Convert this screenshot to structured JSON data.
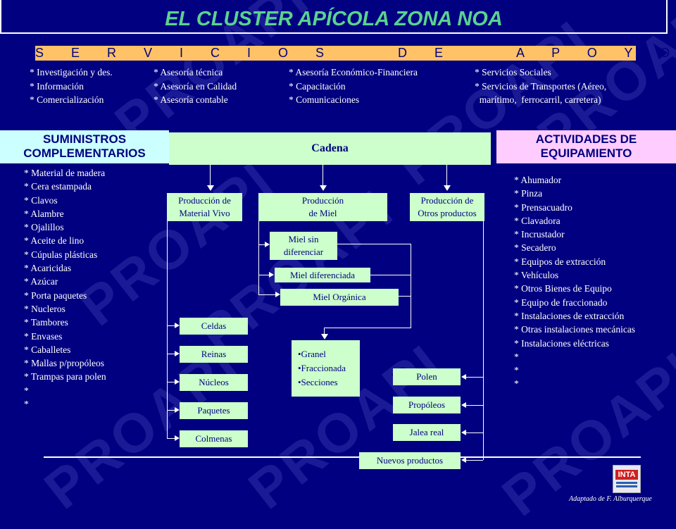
{
  "title": "EL CLUSTER APÍCOLA ZONA NOA",
  "servicios_header": "S E R V I C I O S    D E    A P O Y O",
  "servicios": [
    "* Investigación y des.\n* Información\n* Comercialización",
    "* Asesoría técnica\n* Asesoría en Calidad\n* Asesoría contable",
    "* Asesoría Económico-Financiera\n* Capacitación\n* Comunicaciones",
    "* Servicios Sociales\n* Servicios de Transportes (Aéreo,\n  marítimo,  ferrocarril, carretera)"
  ],
  "suministros": {
    "header": "SUMINISTROS\nCOMPLEMENTARIOS",
    "items": "* Material de madera\n* Cera estampada\n* Clavos\n* Alambre\n* Ojalillos\n* Aceite de lino\n* Cúpulas plásticas\n* Acaricidas\n* Azúcar\n* Porta paquetes\n* Nucleros\n* Tambores\n* Envases\n* Caballetes\n* Mallas p/propóleos\n* Trampas para polen\n*\n*"
  },
  "cadena": "Cadena",
  "actividades": {
    "header": "ACTIVIDADES DE\nEQUIPAMIENTO",
    "items": "* Ahumador\n* Pinza\n* Prensacuadro\n* Clavadora\n* Incrustador\n* Secadero\n* Equipos de extracción\n* Vehículos\n* Otros Bienes de Equipo\n* Equipo de fraccionado\n* Instalaciones de extracción\n* Otras instalaciones mecánicas\n* Instalaciones eléctricas\n*\n*\n*"
  },
  "produccion": {
    "material_vivo": "Producción de\nMaterial Vivo",
    "miel": "Producción\nde Miel",
    "otros": "Producción de\nOtros productos"
  },
  "miel_tipos": [
    "Miel sin\ndiferenciar",
    "Miel diferenciada",
    "Miel Orgánica"
  ],
  "presentacion": "•Granel\n•Fraccionada\n•Secciones",
  "material_vivo_items": [
    "Celdas",
    "Reinas",
    "Núcleos",
    "Paquetes",
    "Colmenas"
  ],
  "otros_items": [
    "Polen",
    "Propóleos",
    "Jalea real",
    "Nuevos productos"
  ],
  "logo": "INTA",
  "credit": "Adaptado de F. Alburquerque",
  "watermark": "PROAPI",
  "colors": {
    "background": "#000080",
    "title": "#5bd28e",
    "servicios_bar": "#ffc266",
    "suministros_header": "#ccffff",
    "actividades_header": "#ffccff",
    "box": "#ccffcc"
  }
}
